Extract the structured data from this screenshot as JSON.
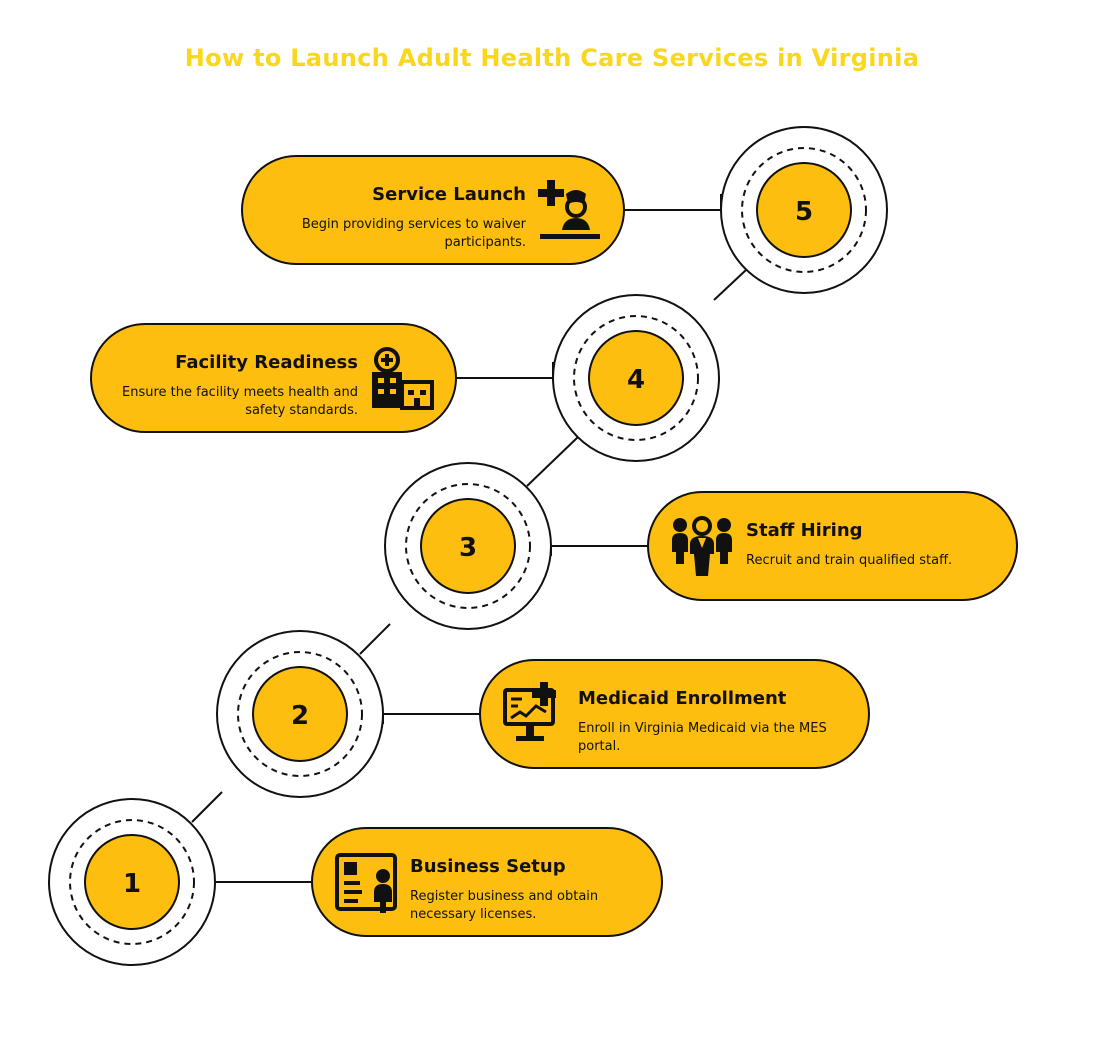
{
  "title": "How to Launch Adult Health Care Services in Virginia",
  "colors": {
    "accent": "#FDBE10",
    "title": "#F9D71C",
    "stroke": "#111111",
    "background": "#FFFFFF"
  },
  "steps": [
    {
      "number": "1",
      "title": "Business Setup",
      "description": "Register business and obtain necessary licenses.",
      "icon": "business-card-icon"
    },
    {
      "number": "2",
      "title": "Medicaid Enrollment",
      "description": "Enroll in Virginia Medicaid via the MES portal.",
      "icon": "medical-monitor-icon"
    },
    {
      "number": "3",
      "title": "Staff Hiring",
      "description": "Recruit and train qualified staff.",
      "icon": "staff-team-icon"
    },
    {
      "number": "4",
      "title": "Facility Readiness",
      "description": "Ensure the facility meets health and safety standards.",
      "icon": "hospital-building-icon"
    },
    {
      "number": "5",
      "title": "Service Launch",
      "description": "Begin providing services to waiver participants.",
      "icon": "doctor-service-icon"
    }
  ]
}
